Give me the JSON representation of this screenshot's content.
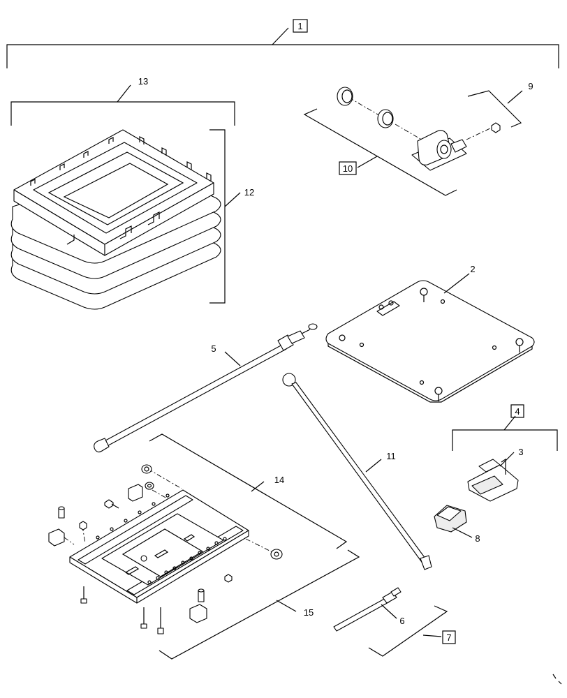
{
  "callouts": {
    "c1": "1",
    "c2": "2",
    "c3": "3",
    "c4": "4",
    "c5": "5",
    "c6": "6",
    "c7": "7",
    "c8": "8",
    "c9": "9",
    "c10": "10",
    "c11": "11",
    "c12": "12",
    "c13": "13",
    "c14": "14",
    "c15": "15"
  },
  "boxed_callouts": [
    "1",
    "4",
    "7",
    "10"
  ]
}
